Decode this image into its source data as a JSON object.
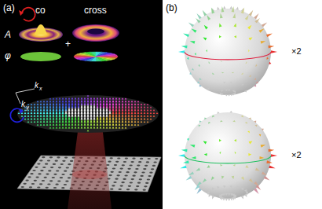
{
  "diagram": {
    "labels": [
      "(a)",
      "co",
      "cross",
      "A",
      "φ",
      "+",
      "k",
      "x",
      "k",
      "y",
      "(b)",
      "×2",
      "×2"
    ]
  }
}
